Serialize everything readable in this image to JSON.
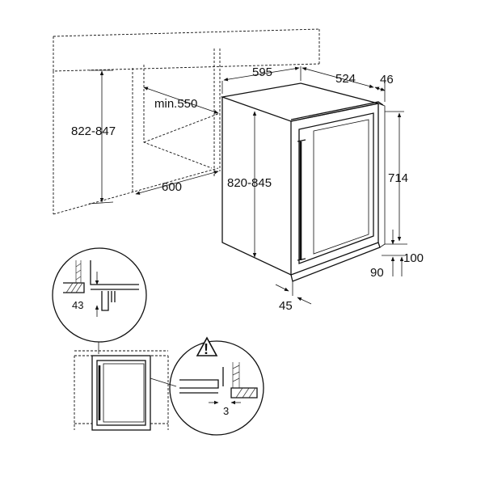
{
  "labels": {
    "niche_height": "822-847",
    "niche_depth_min": "min.550",
    "niche_width": "600",
    "width": "595",
    "depth": "524",
    "door_depth": "46",
    "height": "820-845",
    "door_height": "714",
    "gap_small": "90",
    "gap_large": "100",
    "side_clearance": "45",
    "detail_top": "43",
    "detail_bottom": "3"
  },
  "icons": {
    "warning": "warning-triangle-icon",
    "arrow": "dimension-arrow-icon"
  },
  "warning_glyph": "!"
}
